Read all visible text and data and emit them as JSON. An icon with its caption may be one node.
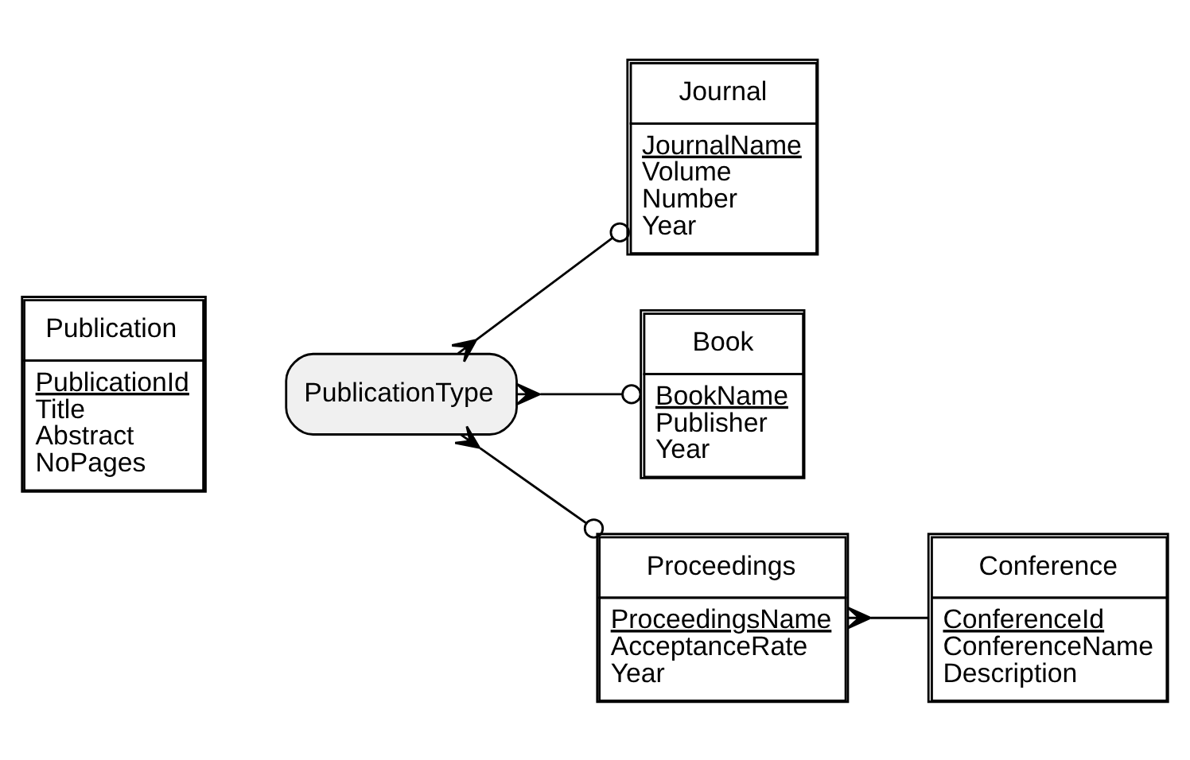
{
  "diagram": {
    "nodes": [
      {
        "text": [
          "Publication",
          "PublicationId",
          "Title",
          "Abstract",
          "NoPages"
        ]
      },
      {
        "text": [
          "PublicationType"
        ]
      },
      {
        "text": [
          "Journal",
          "JournalName",
          "Volume",
          "Number",
          "Year"
        ]
      },
      {
        "text": [
          "Book",
          "BookName",
          "Publisher",
          "Year"
        ]
      },
      {
        "text": [
          "Proceedings",
          "ProceedingsName",
          "AcceptanceRate",
          "Year"
        ]
      },
      {
        "text": [
          "Conference",
          "ConferenceId",
          "ConferenceName",
          "Description"
        ]
      }
    ],
    "edges": [
      {
        "from": 1,
        "to": 2,
        "arrow": "other"
      },
      {
        "from": 1,
        "to": 3,
        "arrow": "other"
      },
      {
        "from": 1,
        "to": 4,
        "arrow": "other"
      },
      {
        "from": 4,
        "to": 5,
        "arrow": "other"
      }
    ]
  }
}
